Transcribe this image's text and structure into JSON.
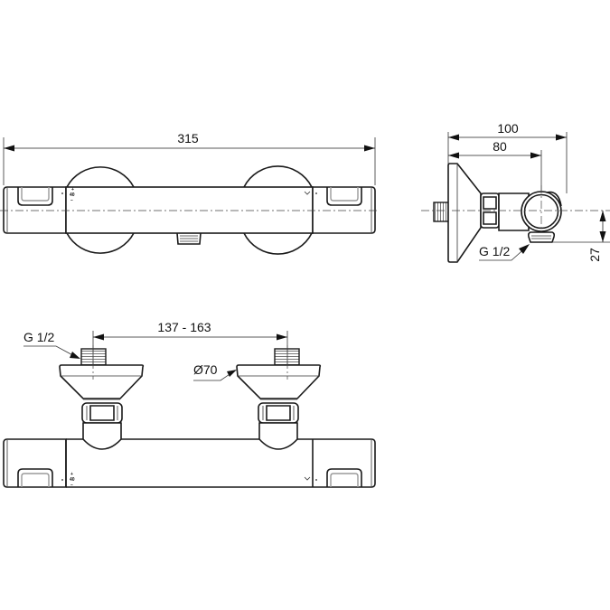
{
  "drawing": {
    "title": "Thermostatic shower mixer bar – dimensional drawing",
    "line_color": "#1a1a1a",
    "background": "#ffffff"
  },
  "views": {
    "top": {
      "dimension_overall_length": "315",
      "temp_mark_plus": "+",
      "temp_mark_value": "40",
      "temp_mark_minus": "−"
    },
    "side": {
      "dimension_depth_total": "100",
      "dimension_depth_axis": "80",
      "dimension_outlet_offset": "27",
      "outlet_thread_label": "G 1/2"
    },
    "front": {
      "dimension_inlet_spacing": "137 - 163",
      "inlet_thread_label": "G 1/2",
      "escutcheon_diameter_label": "Ø70",
      "temp_mark_plus": "+",
      "temp_mark_value": "40",
      "temp_mark_minus": "−"
    }
  }
}
